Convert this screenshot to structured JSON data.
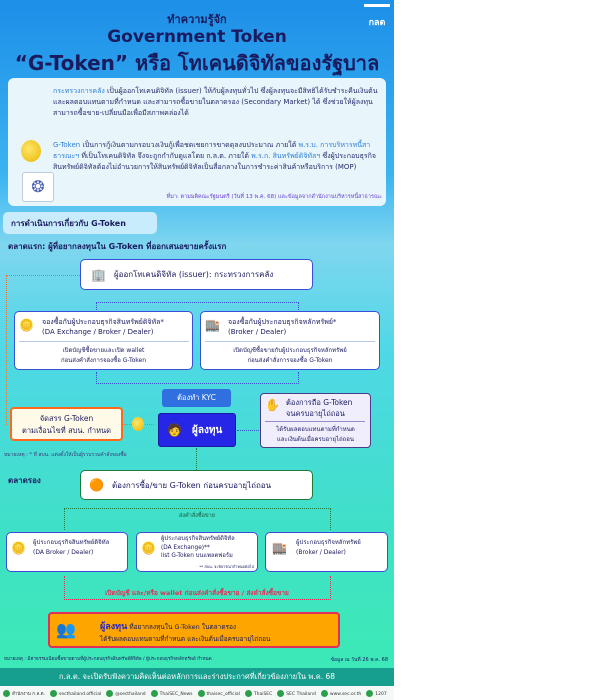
{
  "header": {
    "line1": "ทำความรู้จัก",
    "line2": "Government Token",
    "line3": "“G-Token” หรือ โทเคนดิจิทัลของรัฐบาล",
    "logo": "กลต"
  },
  "info": {
    "p1_highlight": "กระทรวงการคลัง",
    "p1_text": " เป็นผู้ออกโทเคนดิจิทัล (issuer) ให้กับผู้ลงทุนทั่วไป ซึ่งผู้ลงทุนจะมีสิทธิได้รับชำระคืนเงินต้นและผลตอบแทนตามที่กำหนด และสามารถซื้อขายในตลาดรอง (Secondary Market) ได้ ซึ่งช่วยให้ผู้ลงทุนสามารถซื้อขาย-เปลี่ยนมือเพื่อมีสภาพคล่องได้",
    "p2_h1": "G-Token",
    "p2_t1": " เป็นการกู้เงินตามกรอบวงเงินกู้เพื่อชดเชยการขาดดุลงบประมาณ ภายใต้ ",
    "p2_h2": "พ.ร.บ. การบริหารหนี้สาธารณะฯ",
    "p2_t2": " ที่เป็นโทเคนดิจิทัล จึงจะถูกกำกับดูแลโดย ก.ล.ต. ภายใต้ ",
    "p2_h3": "พ.ร.ก. สินทรัพย์ดิจิทัลฯ",
    "p2_t3": " ซึ่งผู้ประกอบธุรกิจสินทรัพย์ดิจิทัลต้องไม่อำนวยการให้สินทรัพย์ดิจิทัลเป็นสื่อกลางในการชำระค่าสินค้าหรือบริการ (MOP)",
    "source": "ที่มา: ตามมติคณะรัฐมนตรี (วันที่ 13 พ.ค. 68) และข้อมูลจากสำนักงานบริหารหนี้สาธารณะ"
  },
  "section_tab": "การดำเนินการเกี่ยวกับ G-Token",
  "primary": {
    "heading": "ตลาดแรก: ผู้ที่อยากลงทุนใน G-Token ที่ออกเสนอขายครั้งแรก",
    "issuer": "ผู้ออกโทเคนดิจิทัล (issuer): กระทรวงการคลัง",
    "left": {
      "title": "จองซื้อกับผู้ประกอบธุรกิจสินทรัพย์ดิจิทัล*",
      "sub": "(DA Exchange / Broker / Dealer)",
      "desc1": "เปิดบัญชีซื้อขายและเปิด wallet",
      "desc2": "ก่อนส่งคำสั่งการจองซื้อ G-Token"
    },
    "right": {
      "title": "จองซื้อกับผู้ประกอบธุรกิจหลักทรัพย์*",
      "sub": "(Broker / Dealer)",
      "desc1": "เปิดบัญชีซื้อขายกับผู้ประกอบธุรกิจหลักทรัพย์",
      "desc2": "ก่อนส่งคำสั่งการจองซื้อ G-Token"
    },
    "kyc": "ต้องทำ KYC",
    "investor": "ผู้ลงทุน",
    "allocate1": "จัดสรร G-Token",
    "allocate2": "ตามเงื่อนไขที่ สบน. กำหนด",
    "hold_title1": "ต้องการถือ G-Token",
    "hold_title2": "จนครบอายุไถ่ถอน",
    "hold_desc1": "ได้รับผลตอบแทนตามที่กำหนด",
    "hold_desc2": "และเงินต้นเมื่อครบอายุไถ่ถอน",
    "note": "หมายเหตุ : * ที่ สบน. แต่งตั้งให้เป็นผู้รวบรวมคำสั่งจองซื้อ"
  },
  "secondary": {
    "heading": "ตลาดรอง",
    "want": "ต้องการซื้อ/ขาย G-Token ก่อนครบอายุไถ่ถอน",
    "send": "ส่งคำสั่งซื้อขาย",
    "boxes": [
      {
        "l1": "ผู้ประกอบธุรกิจสินทรัพย์ดิจิทัล",
        "l2": "(DA Broker / Dealer)"
      },
      {
        "l1": "ผู้ประกอบธุรกิจสินทรัพย์ดิจิทัล",
        "l2": "(DA Exchange)**",
        "l3": "list G-Token บนแพลตฟอร์ม",
        "l4": "** สบน. จะพิจารณากำหนดต่อไป"
      },
      {
        "l1": "ผู้ประกอบธุรกิจหลักทรัพย์",
        "l2": "(Broker / Dealer)"
      }
    ],
    "open": "เปิดบัญชี และ/หรือ wallet ก่อนส่งคำสั่งซื้อขาย / ส่งคำสั่งซื้อขาย",
    "inv_bold": "ผู้ลงทุน",
    "inv_t1": " ที่อยากลงทุนใน G-Token ในตลาดรอง",
    "inv_t2": "ได้รับผลตอบแทนตามที่กำหนด และเงินต้นเมื่อครบอายุไถ่ถอน",
    "note": "หมายเหตุ : มีค่าธรรมเนียมซื้อขายตามที่ผู้ประกอบธุรกิจสินทรัพย์ดิจิทัล / ผู้ประกอบธุรกิจหลักทรัพย์ กำหนด",
    "date": "ข้อมูล ณ วันที่ 26 พ.ค. 68"
  },
  "footer": "ก.ล.ต. จะเปิดรับฟังความคิดเห็นต่อหลักการและร่างประกาศที่เกี่ยวข้องภายใน พ.ค. 68",
  "social": [
    "สำนักงาน ก.ล.ต.",
    "secthailand.official",
    "@secthailand",
    "ThaiSEC_News",
    "thaisec_official",
    "ThaiSEC",
    "SEC Thailand",
    "www.sec.or.th",
    "1207"
  ]
}
